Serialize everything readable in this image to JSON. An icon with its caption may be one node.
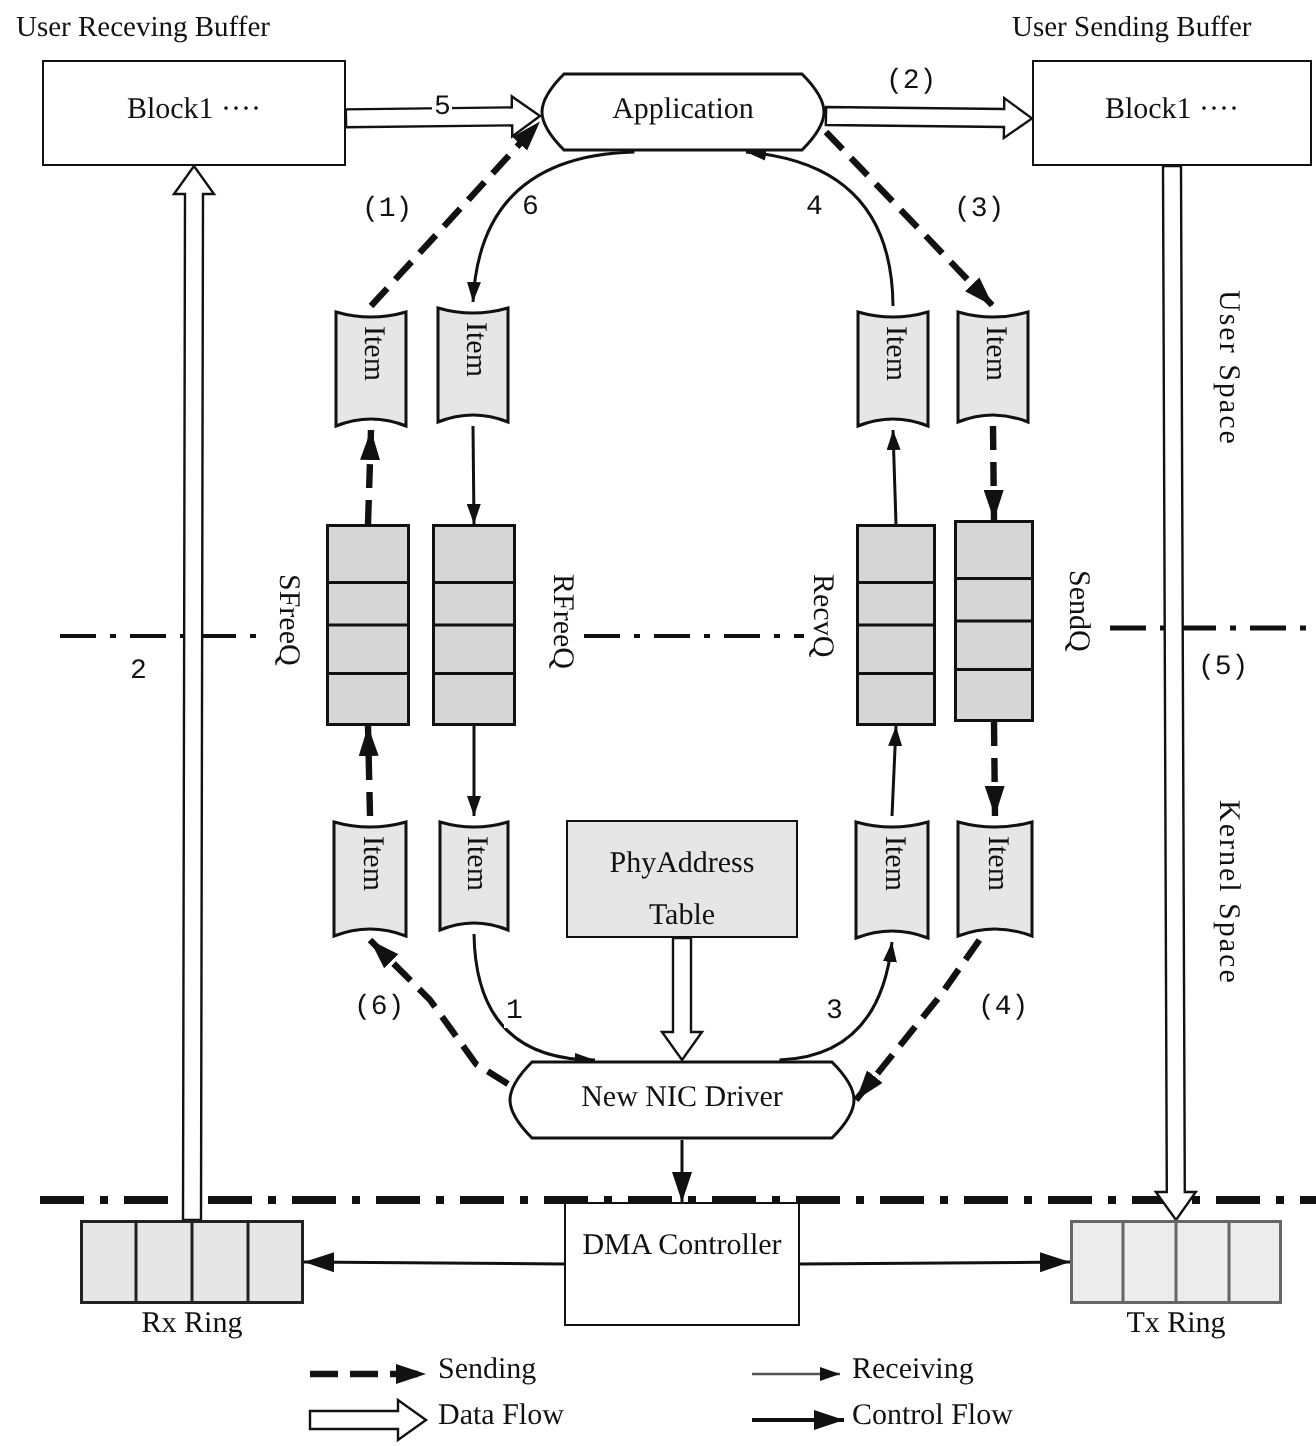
{
  "diagram": {
    "nodes": [
      {
        "text": [
          "User Receving Buffer",
          "Block1 ····"
        ]
      },
      {
        "text": [
          "Application"
        ]
      },
      {
        "text": [
          "User Sending Buffer",
          "Block1 ····"
        ]
      },
      {
        "text": [
          "Item"
        ]
      },
      {
        "text": [
          "Item"
        ]
      },
      {
        "text": [
          "Item"
        ]
      },
      {
        "text": [
          "Item"
        ]
      },
      {
        "text": [
          "SFreeQ"
        ]
      },
      {
        "text": [
          "RFreeQ"
        ]
      },
      {
        "text": [
          "RecvQ"
        ]
      },
      {
        "text": [
          "SendQ"
        ]
      },
      {
        "text": [
          "Item"
        ]
      },
      {
        "text": [
          "Item"
        ]
      },
      {
        "text": [
          "PhyAddress Table"
        ]
      },
      {
        "text": [
          "Item"
        ]
      },
      {
        "text": [
          "Item"
        ]
      },
      {
        "text": [
          "New NIC Driver"
        ]
      },
      {
        "text": [
          "DMA Controller"
        ]
      },
      {
        "text": [
          "Rx Ring"
        ]
      },
      {
        "text": [
          "Tx Ring"
        ]
      }
    ],
    "edges": [
      {
        "from": 0,
        "to": 1,
        "arrow": "to",
        "label": "5",
        "style": "thick"
      },
      {
        "from": 1,
        "to": 2,
        "arrow": "to",
        "label": "(2)",
        "style": "thick"
      },
      {
        "from": 3,
        "to": 1,
        "arrow": "to",
        "label": "(1)",
        "style": "dashed"
      },
      {
        "from": 1,
        "to": 4,
        "arrow": "to",
        "label": "6"
      },
      {
        "from": 5,
        "to": 1,
        "arrow": "to",
        "label": "4"
      },
      {
        "from": 1,
        "to": 6,
        "arrow": "to",
        "label": "(3)",
        "style": "dashed"
      },
      {
        "from": 11,
        "to": 7,
        "arrow": "to",
        "style": "dashed"
      },
      {
        "from": 7,
        "to": 3,
        "arrow": "to",
        "style": "dashed"
      },
      {
        "from": 4,
        "to": 8,
        "arrow": "to"
      },
      {
        "from": 8,
        "to": 12,
        "arrow": "to"
      },
      {
        "from": 14,
        "to": 9,
        "arrow": "to"
      },
      {
        "from": 9,
        "to": 5,
        "arrow": "to"
      },
      {
        "from": 6,
        "to": 10,
        "arrow": "to",
        "style": "dashed"
      },
      {
        "from": 10,
        "to": 15,
        "arrow": "to",
        "style": "dashed"
      },
      {
        "from": 12,
        "to": 16,
        "arrow": "to",
        "label": "1"
      },
      {
        "from": 16,
        "to": 14,
        "arrow": "to",
        "label": "3"
      },
      {
        "from": 15,
        "to": 16,
        "arrow": "to",
        "label": "(4)",
        "style": "dashed"
      },
      {
        "from": 16,
        "to": 11,
        "arrow": "to",
        "label": "(6)",
        "style": "dashed"
      },
      {
        "from": 13,
        "to": 16,
        "arrow": "to",
        "style": "thick"
      },
      {
        "from": 16,
        "to": 17,
        "arrow": "to"
      },
      {
        "from": 17,
        "to": 18,
        "arrow": "to"
      },
      {
        "from": 17,
        "to": 19,
        "arrow": "to"
      },
      {
        "from": 18,
        "to": 0,
        "arrow": "to",
        "label": "2",
        "style": "thick"
      },
      {
        "from": 2,
        "to": 19,
        "arrow": "to",
        "label": "(5)",
        "style": "thick"
      }
    ],
    "labels": [
      "User Space",
      "Kernel Space"
    ],
    "legend": [
      {
        "text": "Sending"
      },
      {
        "text": "Receiving"
      },
      {
        "text": "Data Flow"
      },
      {
        "text": "Control Flow"
      }
    ]
  }
}
